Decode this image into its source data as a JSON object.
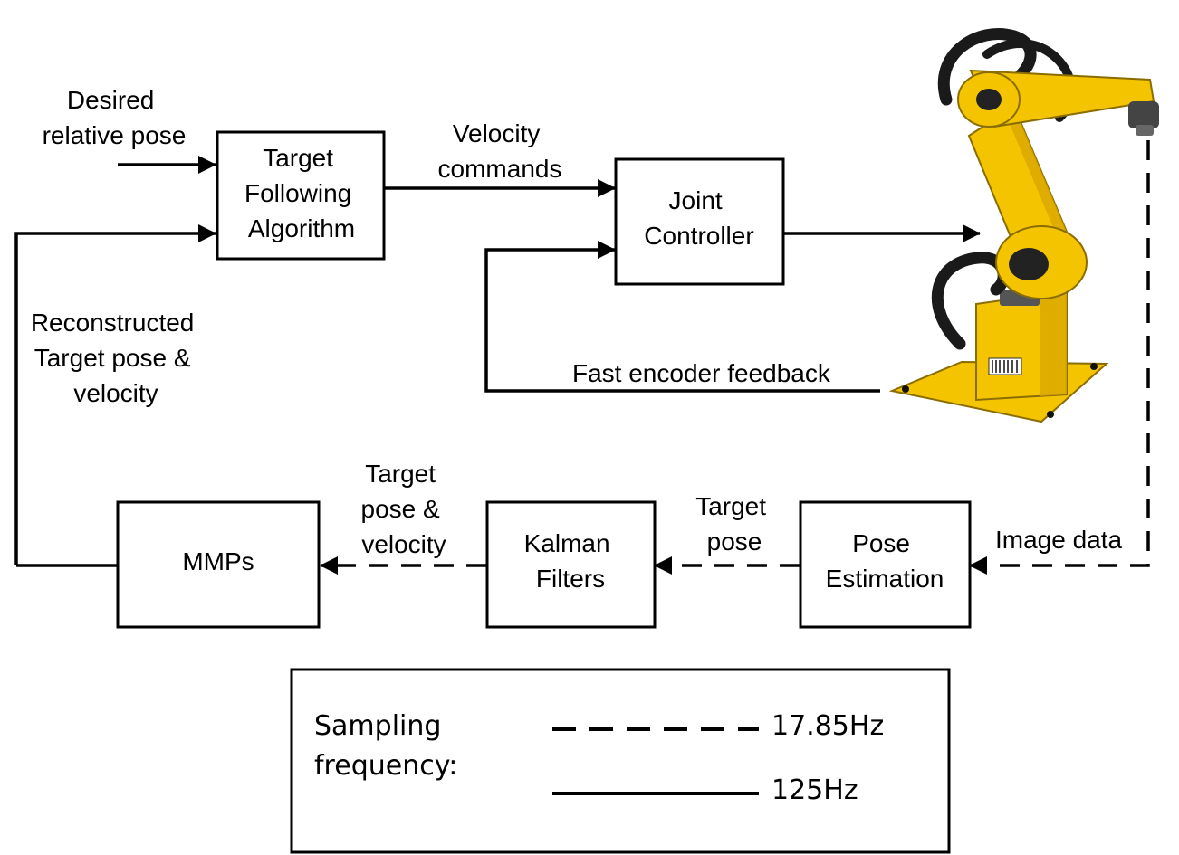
{
  "blocks": {
    "target_following": [
      "Target",
      "Following",
      "Algorithm"
    ],
    "joint_controller": [
      "Joint",
      "Controller"
    ],
    "mmps": [
      "MMPs"
    ],
    "kalman": [
      "Kalman",
      "Filters"
    ],
    "pose_estimation": [
      "Pose",
      "Estimation"
    ]
  },
  "labels": {
    "desired_pose": [
      "Desired",
      "relative pose"
    ],
    "velocity_commands": [
      "Velocity",
      "commands"
    ],
    "reconstructed": [
      "Reconstructed",
      "Target pose &",
      "velocity"
    ],
    "fast_encoder": "Fast encoder feedback",
    "target_pose_vel": [
      "Target",
      "pose &",
      "velocity"
    ],
    "target_pose": [
      "Target",
      "pose"
    ],
    "image_data": "Image data"
  },
  "legend": {
    "title": [
      "Sampling",
      "frequency:"
    ],
    "dashed_rate": "17.85Hz",
    "solid_rate": "125Hz"
  },
  "robot": {
    "body_color": "#f5c400",
    "shade_color": "#d9a600",
    "cable_color": "#1a1a1a"
  }
}
